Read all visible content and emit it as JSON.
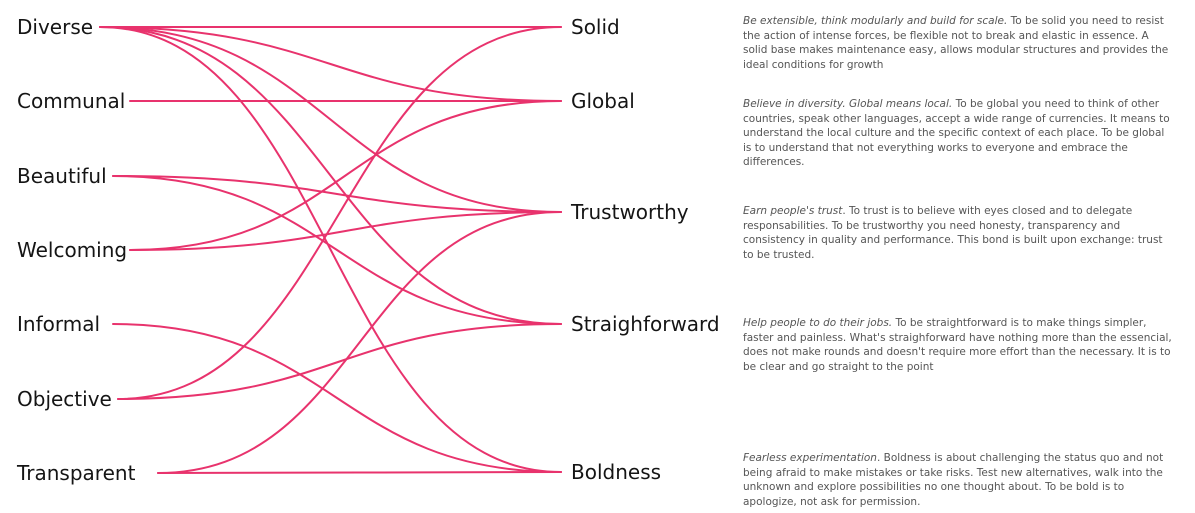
{
  "left_values": [
    "Diverse",
    "Communal",
    "Beautiful",
    "Welcoming",
    "Informal",
    "Objective",
    "Transparent"
  ],
  "right_values": [
    "Solid",
    "Global",
    "Trustworthy",
    "Straighforward",
    "Boldness"
  ],
  "connections": [
    [
      "Diverse",
      "Solid"
    ],
    [
      "Diverse",
      "Global"
    ],
    [
      "Diverse",
      "Trustworthy"
    ],
    [
      "Diverse",
      "Straighforward"
    ],
    [
      "Diverse",
      "Boldness"
    ],
    [
      "Communal",
      "Global"
    ],
    [
      "Beautiful",
      "Trustworthy"
    ],
    [
      "Beautiful",
      "Straighforward"
    ],
    [
      "Welcoming",
      "Global"
    ],
    [
      "Welcoming",
      "Trustworthy"
    ],
    [
      "Informal",
      "Boldness"
    ],
    [
      "Objective",
      "Solid"
    ],
    [
      "Objective",
      "Straighforward"
    ],
    [
      "Transparent",
      "Trustworthy"
    ],
    [
      "Transparent",
      "Boldness"
    ]
  ],
  "line_color": "#e8336d",
  "descriptions": [
    {
      "lead": "Be extensible, think modularly and build for scale.",
      "text": " To be solid you need to resist the action of intense forces, be flexible not to break and elastic in essence. A solid base makes maintenance easy, allows modular structures and provides the ideal conditions for growth"
    },
    {
      "lead": "Believe in diversity. Global means local.",
      "text": " To be global you need to think of other countries, speak other languages, accept a wide range of currencies. It means to understand the local culture and the specific context of each place. To be global is to understand that not everything works to everyone and embrace the differences."
    },
    {
      "lead": "Earn people's trust",
      "text": ". To trust is to believe with eyes closed and to delegate responsabilities. To be trustworthy you need honesty, transparency and consistency in quality and performance. This bond is built upon exchange: trust to be trusted."
    },
    {
      "lead": "Help people to do their jobs.",
      "text": " To be straightforward is to make things simpler, faster and painless. What's straighforward have nothing more than the essencial, does not make rounds and doesn't require more effort than the necessary. It is to be clear and go straight to the point"
    },
    {
      "lead": "Fearless experimentation",
      "text": ". Boldness is about challenging the status quo and not being afraid to make mistakes or take risks. Test new alternatives, walk into the unknown and explore possibilities no one thought about. To be bold is to apologize, not ask for permission."
    }
  ]
}
